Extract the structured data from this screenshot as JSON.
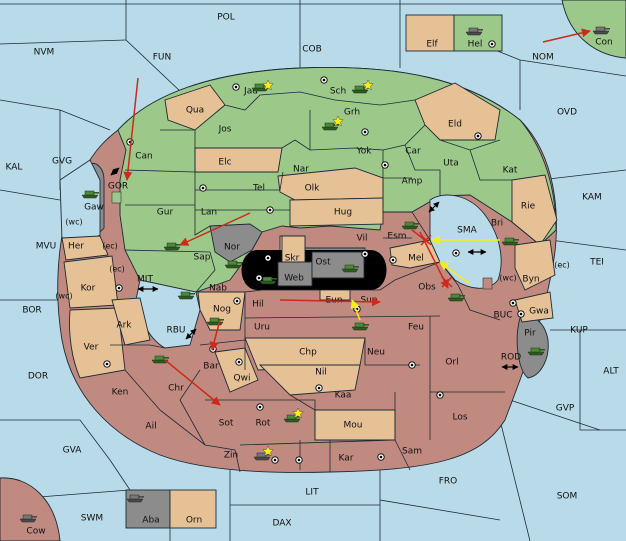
{
  "colors": {
    "sea": "#b9dbe9",
    "green": "#9cc88a",
    "tan": "#e6c196",
    "rose": "#c08a80",
    "gray": "#8c8c8c",
    "black": "#000000",
    "red_arrow": "#cc2a1a",
    "yellow_arrow": "#f6ee18"
  },
  "labels": {
    "POL": "POL",
    "NVM": "NVM",
    "FUN": "FUN",
    "COB": "COB",
    "NOM": "NOM",
    "OVD": "OVD",
    "KAL": "KAL",
    "GVG": "GVG",
    "KAM": "KAM",
    "TEI": "TEI",
    "MVU": "MVU",
    "BOR": "BOR",
    "DOR": "DOR",
    "ALT": "ALT",
    "KUP": "KUP",
    "GVP": "GVP",
    "GVA": "GVA",
    "FRO": "FRO",
    "SOM": "SOM",
    "LIT": "LIT",
    "SWM": "SWM",
    "DAX": "DAX",
    "Jad": "Jad",
    "Sch": "Sch",
    "Qua": "Qua",
    "Grh": "Grh",
    "Jos": "Jos",
    "Eld": "Eld",
    "Can": "Can",
    "Yok": "Yok",
    "Car": "Car",
    "Elc": "Elc",
    "Nar": "Nar",
    "Uta": "Uta",
    "Kat": "Kat",
    "Amp": "Amp",
    "Tel": "Tel",
    "Olk": "Olk",
    "Gur": "Gur",
    "Lan": "Lan",
    "Hug": "Hug",
    "Rie": "Rie",
    "Bri": "Bri",
    "Esm": "Esm",
    "Vil": "Vil",
    "SMA": "SMA",
    "Nor": "Nor",
    "Sap": "Sap",
    "Skr": "Skr",
    "Ost": "Ost",
    "Web": "Web",
    "Mel": "Mel",
    "Byn": "Byn",
    "Obs": "Obs",
    "Nab": "Nab",
    "Eun": "Eun",
    "Sun": "Sun",
    "Gwa": "Gwa",
    "Hil": "Hil",
    "Nog": "Nog",
    "Uru": "Uru",
    "Feu": "Feu",
    "Pir": "Pir",
    "Chp": "Chp",
    "Neu": "Neu",
    "Orl": "Orl",
    "Bar": "Bar",
    "Qwi": "Qwi",
    "Nil": "Nil",
    "Chr": "Chr",
    "Kaa": "Kaa",
    "Los": "Los",
    "Sot": "Sot",
    "Rot": "Rot",
    "Mou": "Mou",
    "Ail": "Ail",
    "Ken": "Ken",
    "Ver": "Ver",
    "Ark": "Ark",
    "Kor": "Kor",
    "Her": "Her",
    "Gaw": "Gaw",
    "GOR": "GOR",
    "MIT": "MIT",
    "RBU": "RBU",
    "BUC": "BUC",
    "ROD": "ROD",
    "Zin": "Zin",
    "Kar": "Kar",
    "Sam": "Sam",
    "Elf": "Elf",
    "Hel": "Hel",
    "Con": "Con",
    "Aba": "Aba",
    "Orn": "Orn",
    "Cow": "Cow",
    "wc1": "(wc)",
    "ec1": "(ec)",
    "ec2": "(ec)",
    "wc2": "(wc)",
    "wc3": "(wc)",
    "ec3": "(ec)"
  }
}
